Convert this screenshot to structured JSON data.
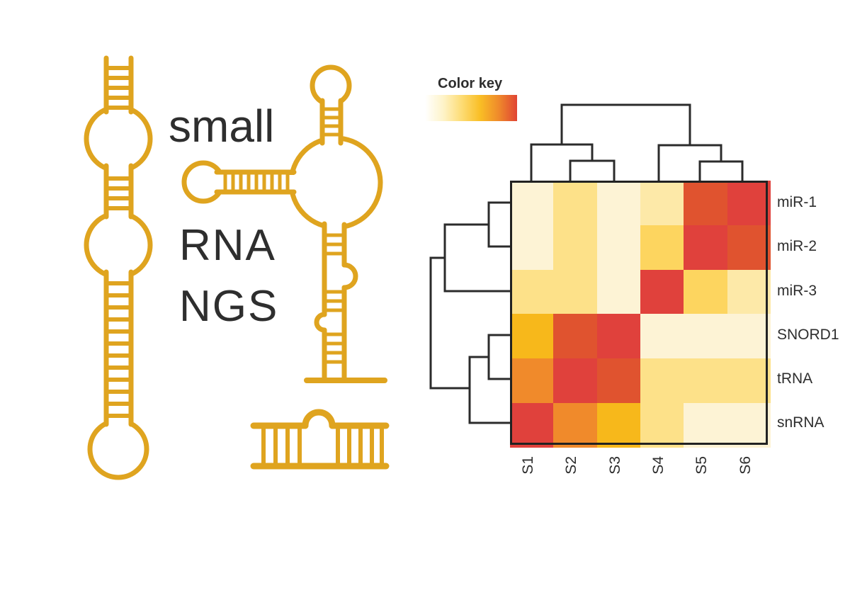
{
  "colors": {
    "background": "#FFFFFF",
    "illustration_gold": "#DFA41F",
    "text_ink": "#2E2E2E",
    "dendrogram_line": "#2B2B2B",
    "heatmap_border": "#222222"
  },
  "headline": {
    "line1": "small",
    "line2": "RNA",
    "line3": "NGS"
  },
  "color_key": {
    "label": "Color key",
    "gradient": [
      "#FFFFFF",
      "#FEF3C8",
      "#FDDC74",
      "#F9BE25",
      "#EF8A2B",
      "#E04434"
    ]
  },
  "icons": {
    "left_illustration": "rna-stem-loop-chain-icon",
    "center_illustration": "trna-secondary-structure-icon",
    "bottom_illustration": "double-strand-rna-ladder-icon"
  },
  "chart_data": {
    "type": "heatmap",
    "title": "Color key",
    "rows": [
      "miR-1",
      "miR-2",
      "miR-3",
      "SNORD1",
      "tRNA",
      "snRNA"
    ],
    "columns": [
      "S1",
      "S2",
      "S3",
      "S4",
      "S5",
      "S6"
    ],
    "palette": {
      "cream": "#FDF3D5",
      "pale_yellow": "#FDE9A8",
      "light_yellow": "#FDE189",
      "golden": "#FDD55F",
      "amber": "#F7B81B",
      "orange": "#F08A2B",
      "red_orange": "#E0532F",
      "red": "#E0413C"
    },
    "values": [
      [
        "cream",
        "light_yellow",
        "cream",
        "pale_yellow",
        "red_orange",
        "red"
      ],
      [
        "cream",
        "light_yellow",
        "cream",
        "golden",
        "red",
        "red_orange"
      ],
      [
        "light_yellow",
        "light_yellow",
        "cream",
        "red",
        "golden",
        "pale_yellow"
      ],
      [
        "amber",
        "red_orange",
        "red",
        "cream",
        "cream",
        "cream"
      ],
      [
        "orange",
        "red",
        "red_orange",
        "light_yellow",
        "light_yellow",
        "light_yellow"
      ],
      [
        "red",
        "orange",
        "amber",
        "light_yellow",
        "cream",
        "cream"
      ]
    ],
    "row_clustering": "(((miR-1,miR-2),miR-3),((SNORD1,tRNA),snRNA))",
    "col_clustering": "((S1,(S2,S3)),(S4,(S5,S6)))",
    "legend_position": "top-left",
    "row_labels_position": "right",
    "col_labels_position": "bottom-rotated"
  }
}
